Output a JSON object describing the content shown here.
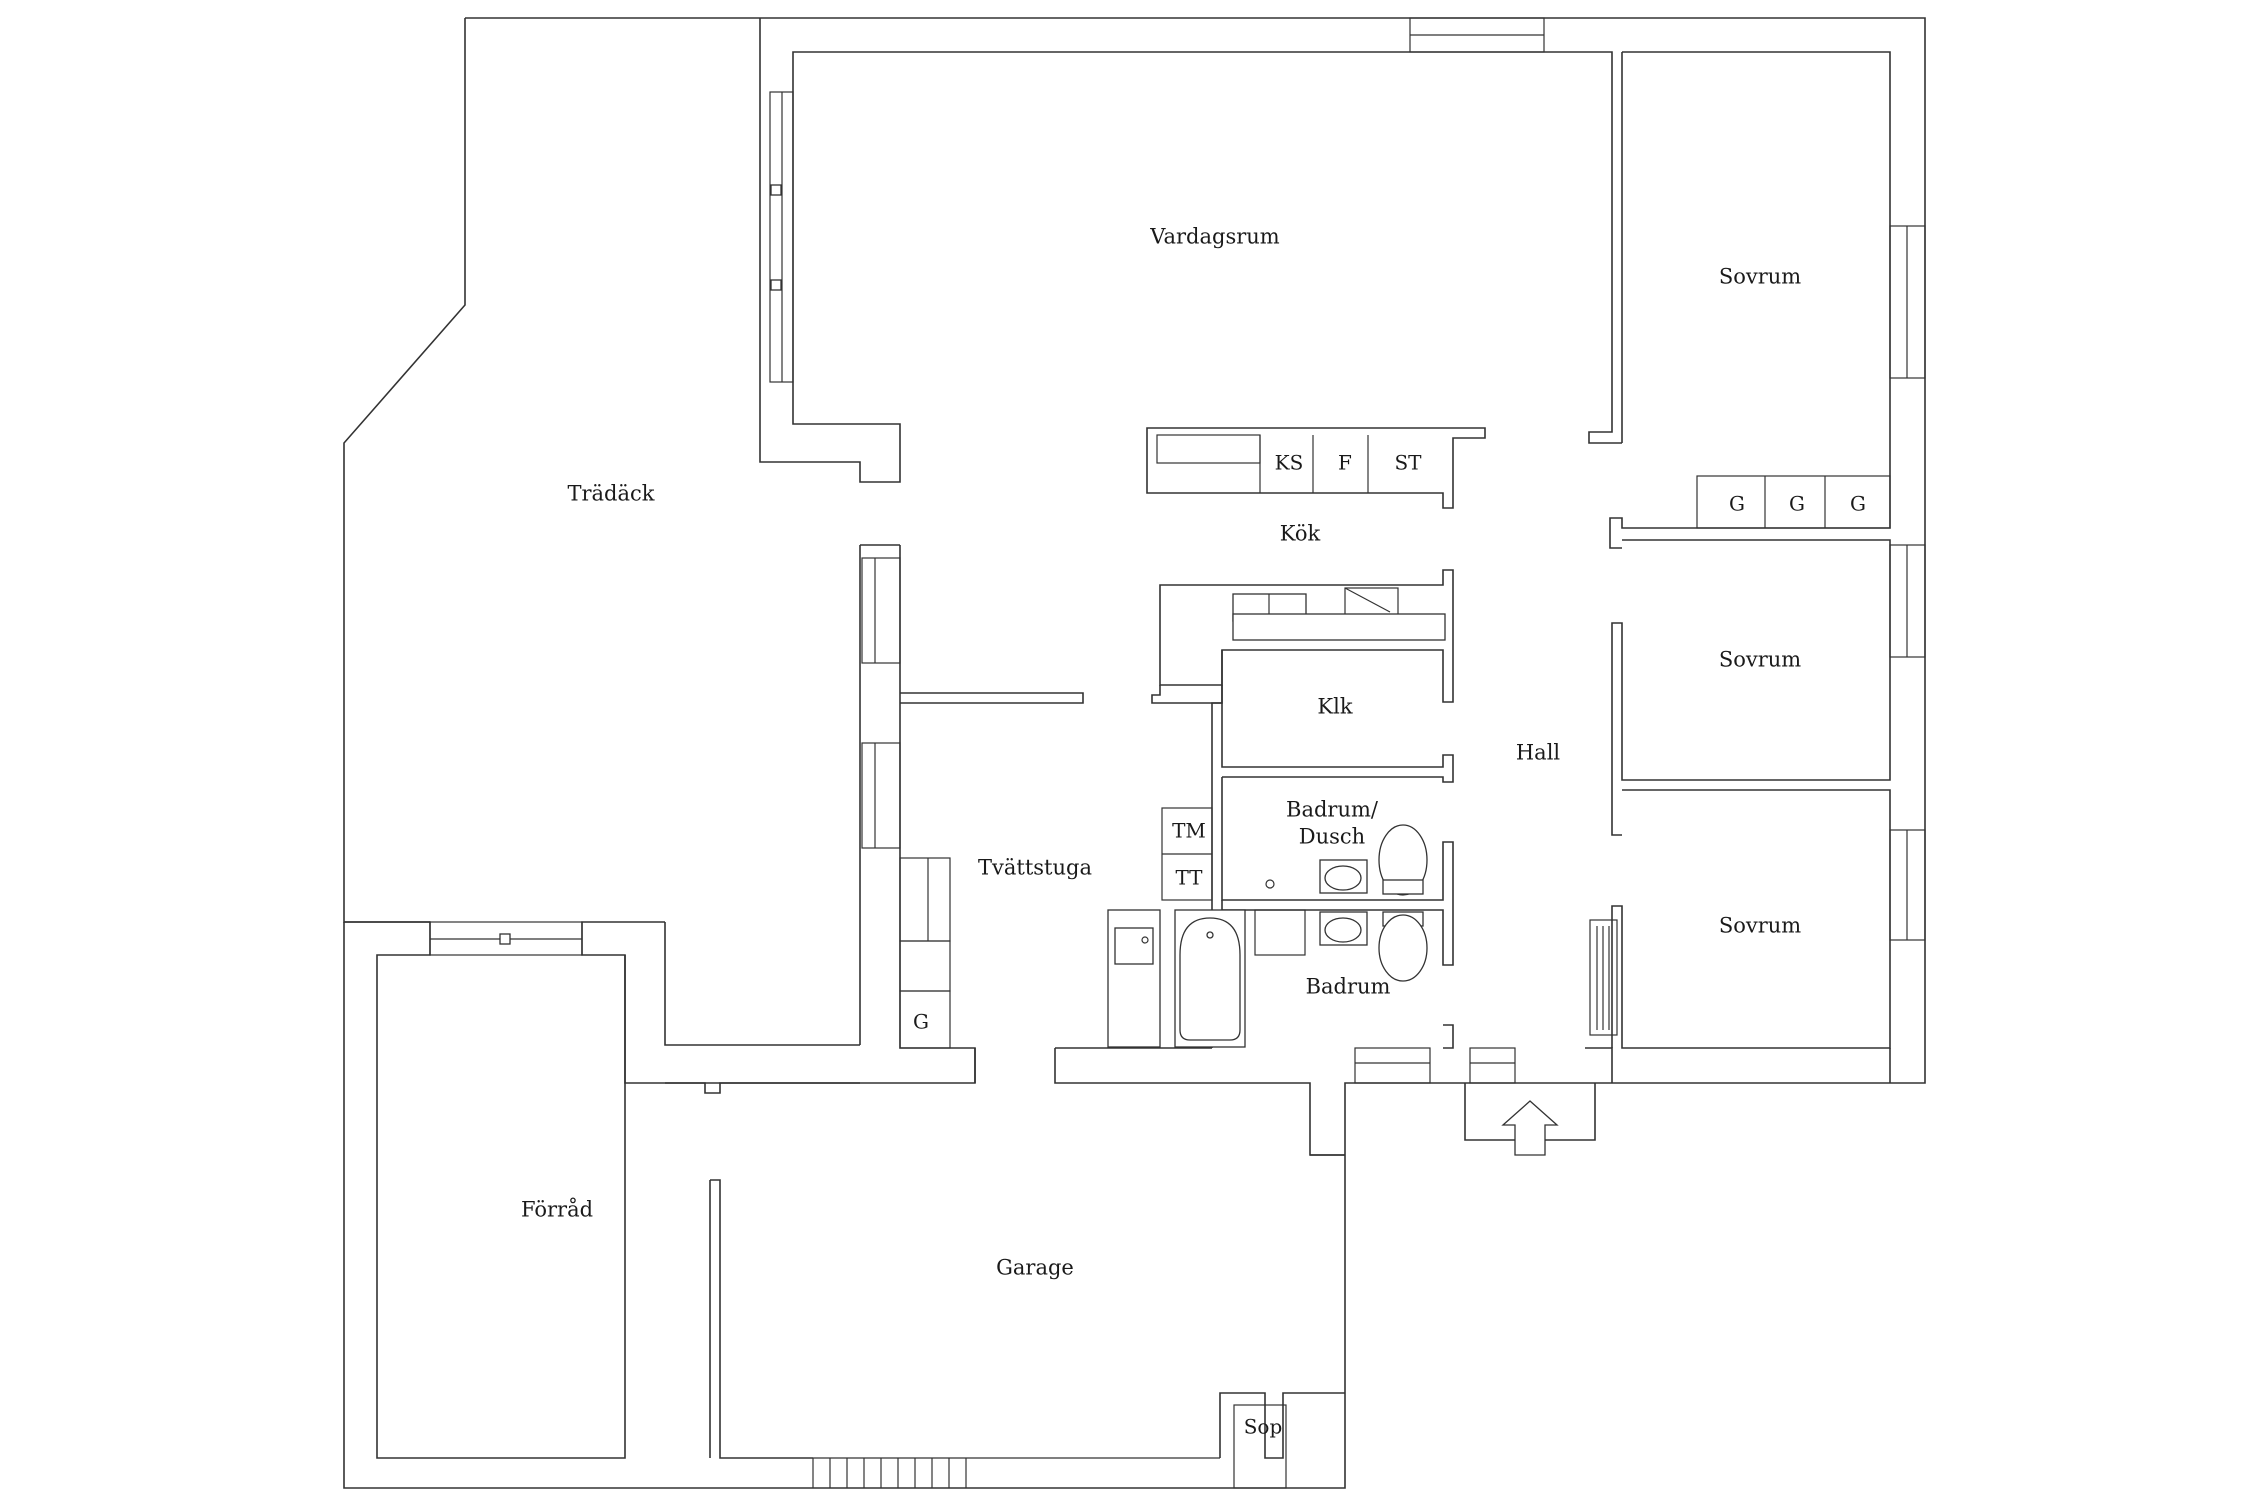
{
  "rooms": {
    "vardagsrum": "Vardagsrum",
    "sovrum_1": "Sovrum",
    "sovrum_2": "Sovrum",
    "sovrum_3": "Sovrum",
    "tradack": "Trädäck",
    "kok": "Kök",
    "klk": "Klk",
    "hall": "Hall",
    "badrum_dusch_line1": "Badrum/",
    "badrum_dusch_line2": "Dusch",
    "tvattstuga": "Tvättstuga",
    "badrum": "Badrum",
    "forrad": "Förråd",
    "garage": "Garage",
    "sop": "Sop"
  },
  "fixtures": {
    "ks": "KS",
    "f": "F",
    "st": "ST",
    "g1": "G",
    "g2": "G",
    "g3": "G",
    "g_tvatt": "G",
    "tm": "TM",
    "tt": "TT"
  },
  "colors": {
    "line": "#333333",
    "background": "#ffffff",
    "text": "#1a1a1a"
  }
}
